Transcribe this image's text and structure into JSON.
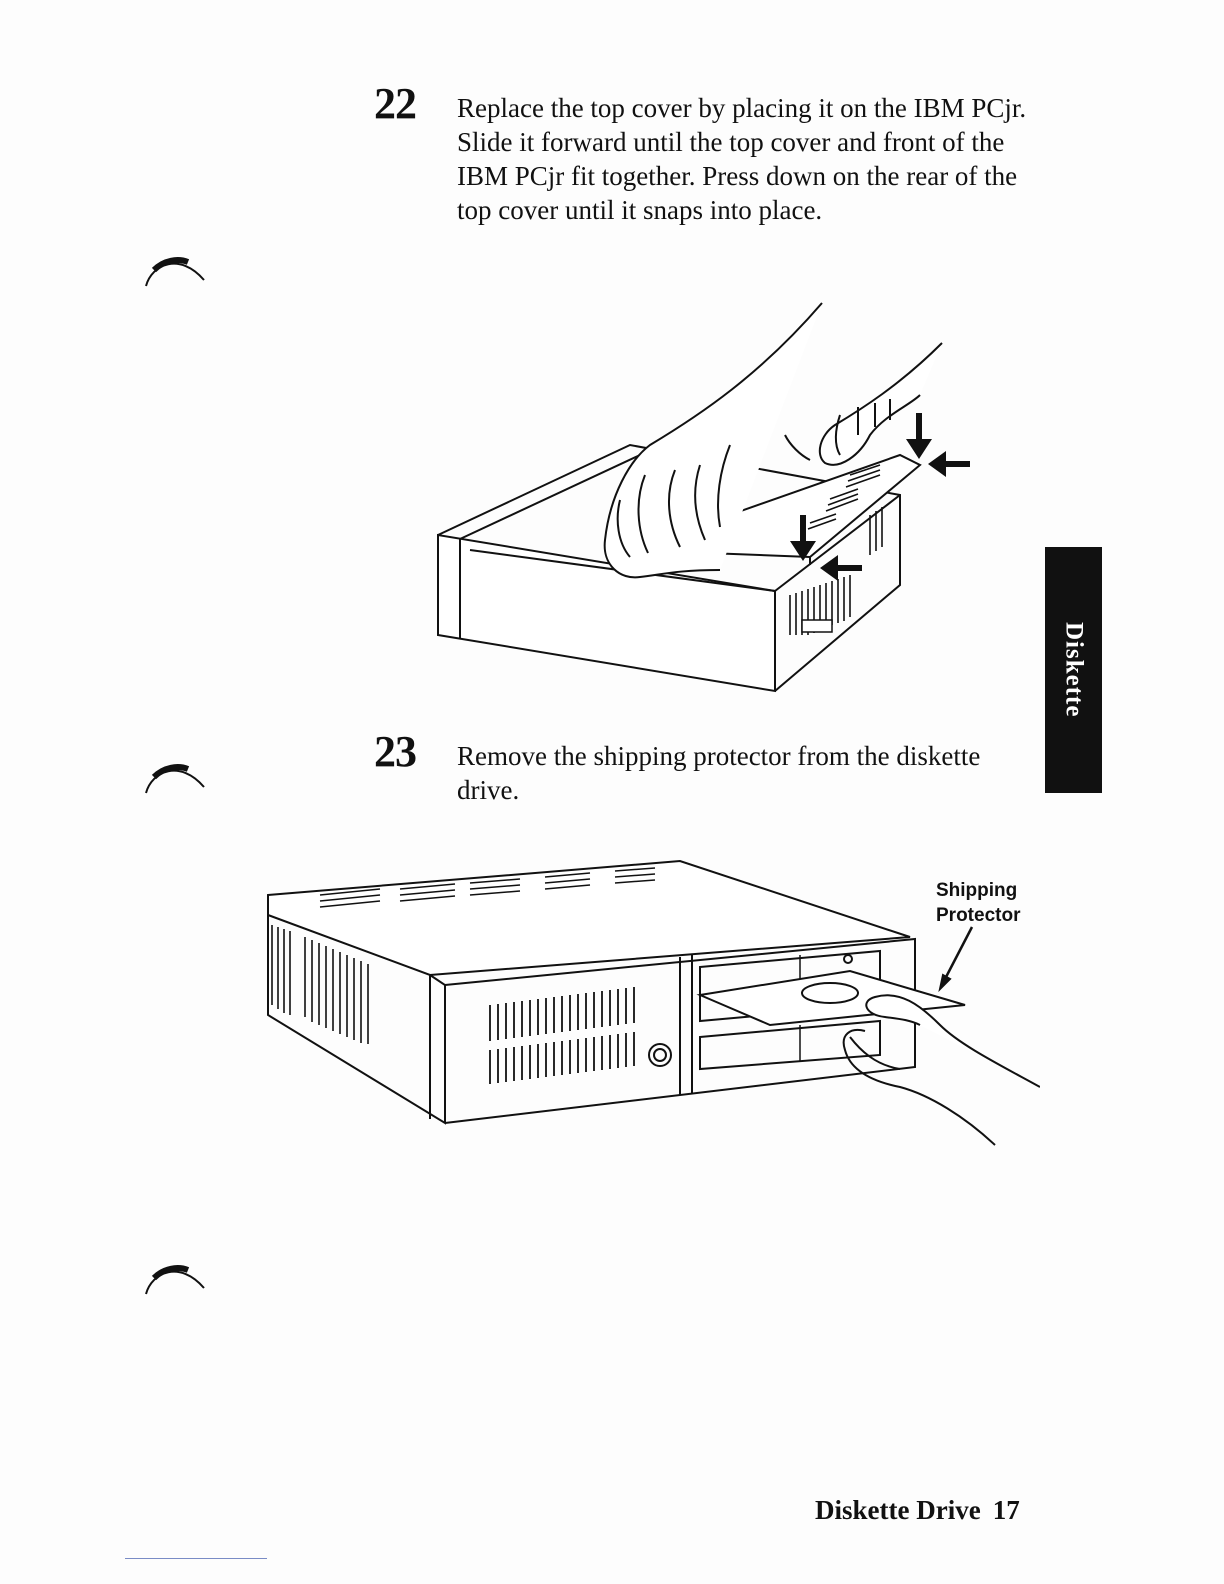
{
  "steps": [
    {
      "number": "22",
      "text": "Replace the top cover by placing it on the IBM PCjr. Slide it forward until the top cover and front of the IBM PCjr fit together. Press down on the rear of the top cover until it snaps into place."
    },
    {
      "number": "23",
      "text": "Remove the shipping protector from the diskette drive."
    }
  ],
  "tab": {
    "label": "Diskette"
  },
  "figure2": {
    "callout_line1": "Shipping",
    "callout_line2": "Protector"
  },
  "footer": {
    "section": "Diskette Drive",
    "page": "17"
  }
}
